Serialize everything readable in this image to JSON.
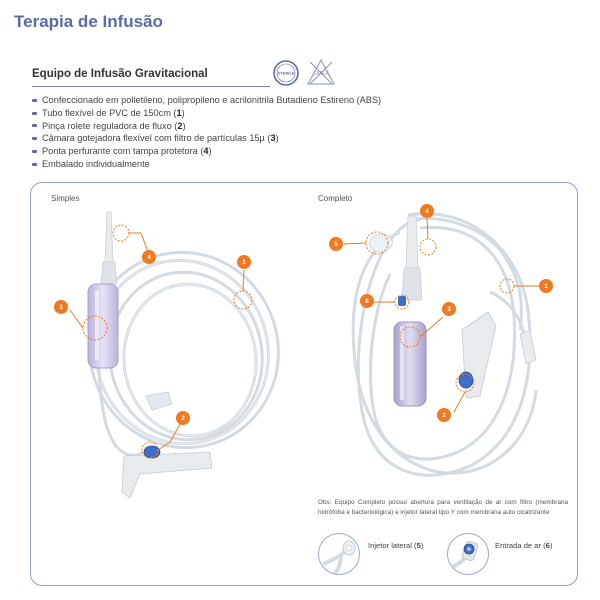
{
  "page_title": "Terapia de Infusão",
  "product_title": "Equipo de Infusão Gravitacional",
  "badges": {
    "sterile": "STERILE",
    "latex": "LATEX"
  },
  "features": [
    {
      "text": "Confeccionado em polietileno, polipropileno e acrilonitrila Butadieno Estireno (ABS)",
      "ref": ""
    },
    {
      "text": "Tubo flexível de PVC de 150cm",
      "ref": "1"
    },
    {
      "text": "Pinça rolete reguladora de fluxo",
      "ref": "2"
    },
    {
      "text": "Câmara gotejadora flexível com filtro de partículas 15µ",
      "ref": "3"
    },
    {
      "text": "Ponta perfurante com tampa protetora",
      "ref": "4"
    },
    {
      "text": "Embalado individualmente",
      "ref": ""
    }
  ],
  "variants": {
    "simples": "Simples",
    "completo": "Completo"
  },
  "markers": [
    "1",
    "2",
    "3",
    "4",
    "5",
    "6"
  ],
  "note": "Obs: Equipo Completo possui abertura para ventilação de ar com filtro (membrana hidrófoba e bacteriológica) e injetor lateral tipo Y com membrana auto cicatrizante",
  "details": {
    "injetor": {
      "label": "Injetor lateral",
      "ref": "5"
    },
    "entrada": {
      "label": "Entrada de ar",
      "ref": "6"
    }
  },
  "colors": {
    "accent_orange": "#f07a22",
    "title_blue": "#5b6ba8",
    "panel_border": "#8ea3cc",
    "tube": "#d4dde4"
  }
}
